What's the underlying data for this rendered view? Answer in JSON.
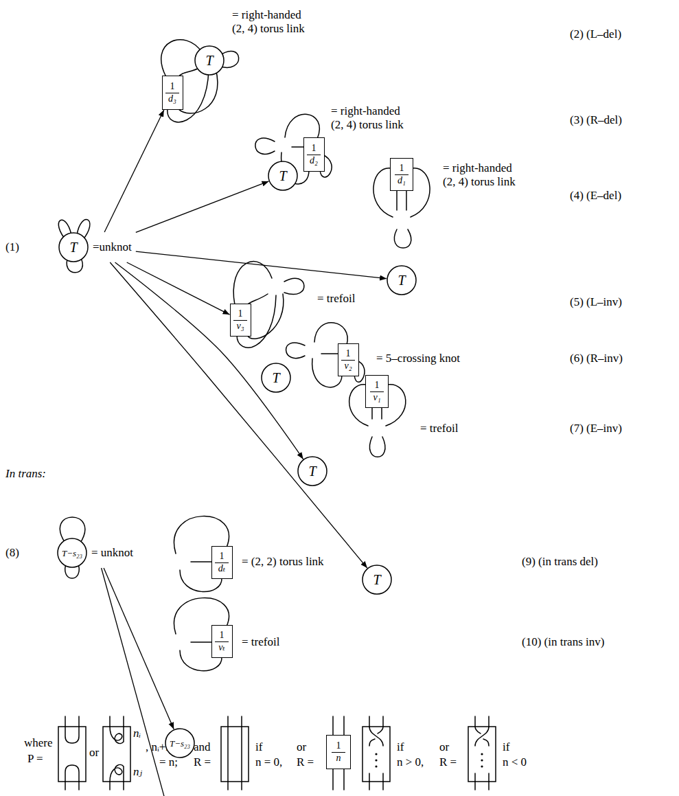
{
  "diagram": {
    "nodes": [
      {
        "text": [
          "T",
          "=unknot"
        ]
      },
      {
        "text": [
          "T"
        ]
      },
      {
        "text": [
          "1",
          "d₃"
        ]
      },
      {
        "text": [
          "T"
        ]
      },
      {
        "text": [
          "1",
          "d₂"
        ]
      },
      {
        "text": [
          "1",
          "d₁"
        ]
      },
      {
        "text": [
          "T"
        ]
      },
      {
        "text": [
          "T"
        ]
      },
      {
        "text": [
          "1",
          "v₃"
        ]
      },
      {
        "text": [
          "T"
        ]
      },
      {
        "text": [
          "1",
          "v₂"
        ]
      },
      {
        "text": [
          "1",
          "v₁"
        ]
      },
      {
        "text": [
          "T"
        ]
      },
      {
        "text": [
          "T−s₂₃",
          "= unknot"
        ]
      },
      {
        "text": [
          "T−s₂₃"
        ]
      },
      {
        "text": [
          "1",
          "dₜ"
        ]
      },
      {
        "text": [
          "T−s₂₃"
        ]
      },
      {
        "text": [
          "1",
          "vₜ"
        ]
      },
      {
        "text": [
          "1",
          "n"
        ]
      }
    ],
    "edges": [
      {
        "from": 0,
        "to": 2,
        "arrow": "to"
      },
      {
        "from": 0,
        "to": 3,
        "arrow": "to"
      },
      {
        "from": 0,
        "to": 6,
        "arrow": "to"
      },
      {
        "from": 0,
        "to": 8,
        "arrow": "to"
      },
      {
        "from": 0,
        "to": 9,
        "arrow": "to"
      },
      {
        "from": 0,
        "to": 12,
        "arrow": "to"
      },
      {
        "from": 13,
        "to": 14,
        "arrow": "to"
      },
      {
        "from": 13,
        "to": 16,
        "arrow": "to"
      }
    ],
    "labels": [
      "(1)",
      "= right-handed (2, 4) torus link",
      "(2) (L–del)",
      "= right-handed (2, 4) torus link",
      "(3) (R–del)",
      "= right-handed (2, 4) torus link",
      "(4) (E–del)",
      "= trefoil",
      "(5) (L–inv)",
      "= 5–crossing knot",
      "(6) (R–inv)",
      "= trefoil",
      "(7) (E–inv)",
      "In trans:",
      "(8)",
      "= (2, 2) torus link",
      "(9) (in trans del)",
      "= trefoil",
      "(10) (in trans inv)",
      "where",
      "P =",
      "or",
      "nᵢ",
      "nⱼ",
      ", nᵢ+nⱼ",
      "= n;",
      "and",
      "R =",
      "if",
      "n = 0,",
      "or",
      "R =",
      "if",
      "n > 0,",
      "or",
      "R =",
      "if",
      "n < 0"
    ]
  }
}
